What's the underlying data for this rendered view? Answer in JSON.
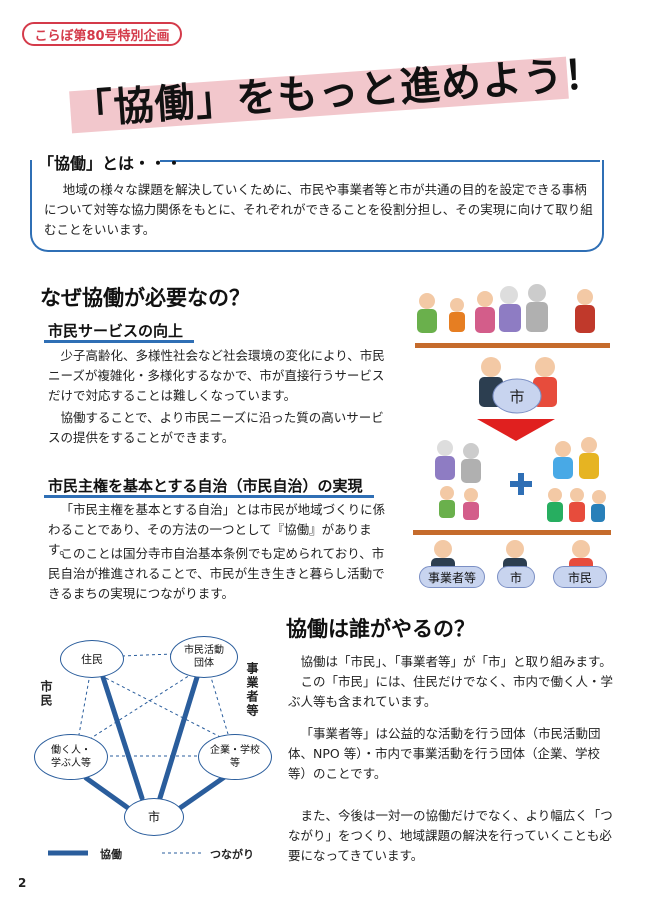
{
  "header": {
    "issue_tag": "こらぼ第80号特別企画"
  },
  "title": "「協働」をもっと進めよう！",
  "definition": {
    "label": "「協働」とは・・・",
    "text": "地域の様々な課題を解決していくために、市民や事業者等と市が共通の目的を設定できる事柄について対等な協力関係をもとに、それぞれができることを役割分担し、その実現に向けて取り組むことをいいます。"
  },
  "why": {
    "heading": "なぜ協働が必要なの？",
    "service": {
      "heading": "市民サービスの向上",
      "p1": "少子高齢化、多様性社会など社会環境の変化により、市民ニーズが複雑化・多様化するなかで、市が直接行うサービスだけで対応することは難しくなっています。",
      "p2": "協働することで、より市民ニーズに沿った質の高いサービスの提供をすることができます。"
    },
    "autonomy": {
      "heading": "市民主権を基本とする自治（市民自治）の実現",
      "p1": "「市民主権を基本とする自治」とは市民が地域づくりに係わることであり、その方法の一つとして『協働』があります。",
      "p2": "このことは国分寺市自治基本条例でも定められており、市民自治が推進されることで、市民が生き生きと暮らし活動できるまちの実現につながります。"
    }
  },
  "illustration": {
    "city_top": "市",
    "plus": "+",
    "bottom_labels": [
      "事業者等",
      "市",
      "市民"
    ]
  },
  "diagram": {
    "nodes": {
      "resident": "住民",
      "npo": "市民活動\n団体",
      "workers": "働く人・\n学ぶ人等",
      "company": "企業・学校\n等",
      "city": "市"
    },
    "side_left": "市民",
    "side_right": "事業者等",
    "legend_solid": "協働",
    "legend_dashed": "つながり"
  },
  "who": {
    "heading": "協働は誰がやるの？",
    "p1": "協働は「市民」、「事業者等」が「市」と取り組みます。",
    "p2": "この「市民」には、住民だけでなく、市内で働く人・学ぶ人等も含まれています。",
    "p3": "「事業者等」は公益的な活動を行う団体（市民活動団体、NPO 等）・市内で事業活動を行う団体（企業、学校等）のことです。",
    "p4": "また、今後は一対一の協働だけでなく、より幅広く「つながり」をつくり、地域課題の解決を行っていくことも必要になってきています。"
  },
  "page_number": "2"
}
